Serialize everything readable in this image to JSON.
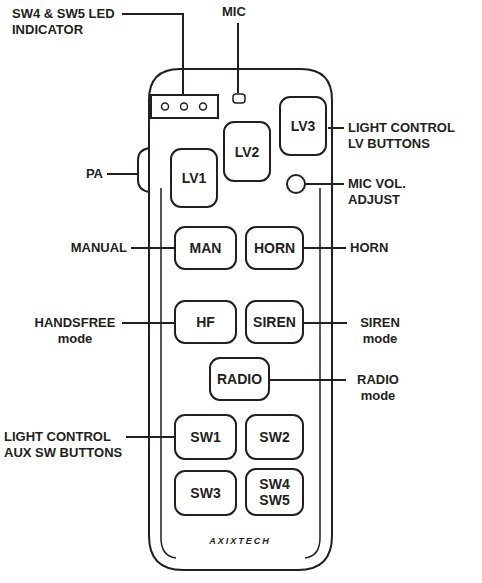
{
  "diagram": {
    "nodes": [
      {
        "text": [
          "AXIXTECH"
        ]
      },
      {
        "text": [
          "LV1"
        ],
        "in": 0
      },
      {
        "text": [
          "LV2"
        ],
        "in": 0
      },
      {
        "text": [
          "LV3"
        ],
        "in": 0
      },
      {
        "text": [
          "MAN"
        ],
        "in": 0
      },
      {
        "text": [
          "HORN"
        ],
        "in": 0
      },
      {
        "text": [
          "HF"
        ],
        "in": 0
      },
      {
        "text": [
          "SIREN"
        ],
        "in": 0
      },
      {
        "text": [
          "RADIO"
        ],
        "in": 0
      },
      {
        "text": [
          "SW1"
        ],
        "in": 0
      },
      {
        "text": [
          "SW2"
        ],
        "in": 0
      },
      {
        "text": [
          "SW3"
        ],
        "in": 0
      },
      {
        "text": [
          "SW4 SW5"
        ],
        "in": 0
      }
    ],
    "labels": [
      "SW4 & SW5 LED INDICATOR",
      "MIC",
      "LIGHT CONTROL LV BUTTONS",
      "PA",
      "MIC VOL. ADJUST",
      "MANUAL",
      "HORN",
      "HANDSFREE mode",
      "SIREN mode",
      "RADIO mode",
      "LIGHT CONTROL AUX SW BUTTONS"
    ]
  }
}
